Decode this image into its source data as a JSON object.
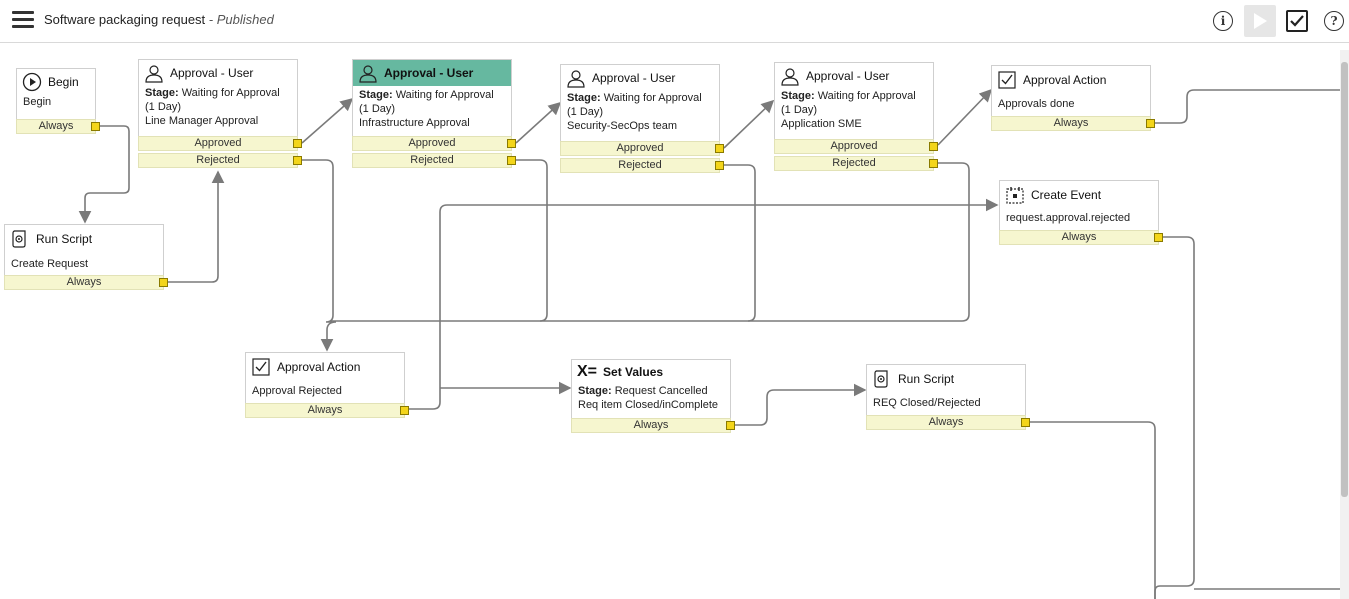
{
  "header": {
    "title": "Software packaging request",
    "status": "- Published",
    "info_icon": "info-icon",
    "play_icon": "play-icon",
    "checkin_icon": "checkbox-icon",
    "help_icon": "help-icon"
  },
  "activities": {
    "begin": {
      "title": "Begin",
      "body": "Begin",
      "cond": [
        "Always"
      ]
    },
    "run_script_1": {
      "title": "Run Script",
      "body": "Create Request",
      "cond": [
        "Always"
      ]
    },
    "approval_user_1": {
      "title": "Approval - User",
      "stage_label": "Stage:",
      "stage_value": "Waiting for Approval (1 Day)",
      "body": "Line Manager Approval",
      "cond": [
        "Approved",
        "Rejected"
      ]
    },
    "approval_user_2": {
      "title": "Approval - User",
      "stage_label": "Stage:",
      "stage_value": "Waiting for Approval (1 Day)",
      "body": "Infrastructure Approval",
      "cond": [
        "Approved",
        "Rejected"
      ]
    },
    "approval_user_3": {
      "title": "Approval - User",
      "stage_label": "Stage:",
      "stage_value": "Waiting for Approval (1 Day)",
      "body": "Security-SecOps team",
      "cond": [
        "Approved",
        "Rejected"
      ]
    },
    "approval_user_4": {
      "title": "Approval - User",
      "stage_label": "Stage:",
      "stage_value": "Waiting for Approval (1 Day)",
      "body": "Application SME",
      "cond": [
        "Approved",
        "Rejected"
      ]
    },
    "approval_action_done": {
      "title": "Approval Action",
      "body": "Approvals done",
      "cond": [
        "Always"
      ]
    },
    "create_event": {
      "title": "Create Event",
      "body": "request.approval.rejected",
      "cond": [
        "Always"
      ]
    },
    "approval_action_rejected": {
      "title": "Approval Action",
      "body": "Approval Rejected",
      "cond": [
        "Always"
      ]
    },
    "set_values": {
      "title": "Set Values",
      "icon_text": "X=",
      "stage_label": "Stage:",
      "stage_value": "Request Cancelled",
      "body": "Req item Closed/inComplete",
      "cond": [
        "Always"
      ]
    },
    "run_script_2": {
      "title": "Run Script",
      "body": "REQ Closed/Rejected",
      "cond": [
        "Always"
      ]
    }
  },
  "colors": {
    "active_header": "#66b8a0",
    "condition_bg": "#f6f6cf",
    "port": "#f3d51b",
    "line": "#7a7a7a"
  }
}
